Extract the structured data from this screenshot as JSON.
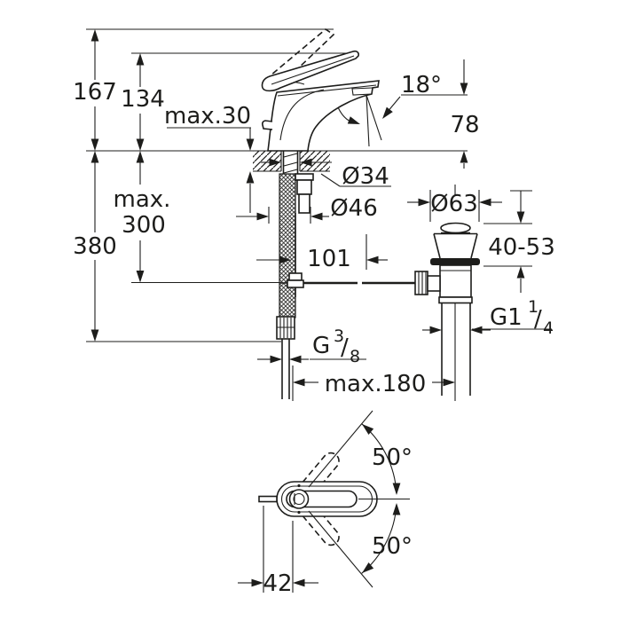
{
  "colors": {
    "line": "#1d1d1b",
    "background": "#ffffff"
  },
  "side_view": {
    "overall_height": "167",
    "lever_height": "134",
    "deck_thickness_max": "max.30",
    "spout_angle": "18°",
    "spout_height": "78",
    "hose_max_word": "max.",
    "hose_max_value": "300",
    "total_depth": "380",
    "hole_diameter": "Ø34",
    "base_diameter": "Ø46",
    "rod_offset": "101"
  },
  "waste_set": {
    "flange_diameter": "Ø63",
    "height_range": "40-53",
    "thread_base": "G1",
    "thread_numerator": "1",
    "thread_slash": "/",
    "thread_denominator": "4"
  },
  "supply_connection": {
    "thread_base": "G",
    "thread_numerator": "3",
    "thread_slash": "/",
    "thread_denominator": "8",
    "reach_max": "max.180"
  },
  "plan_view": {
    "swivel_upper": "50°",
    "swivel_lower": "50°",
    "center_to_back": "42"
  }
}
